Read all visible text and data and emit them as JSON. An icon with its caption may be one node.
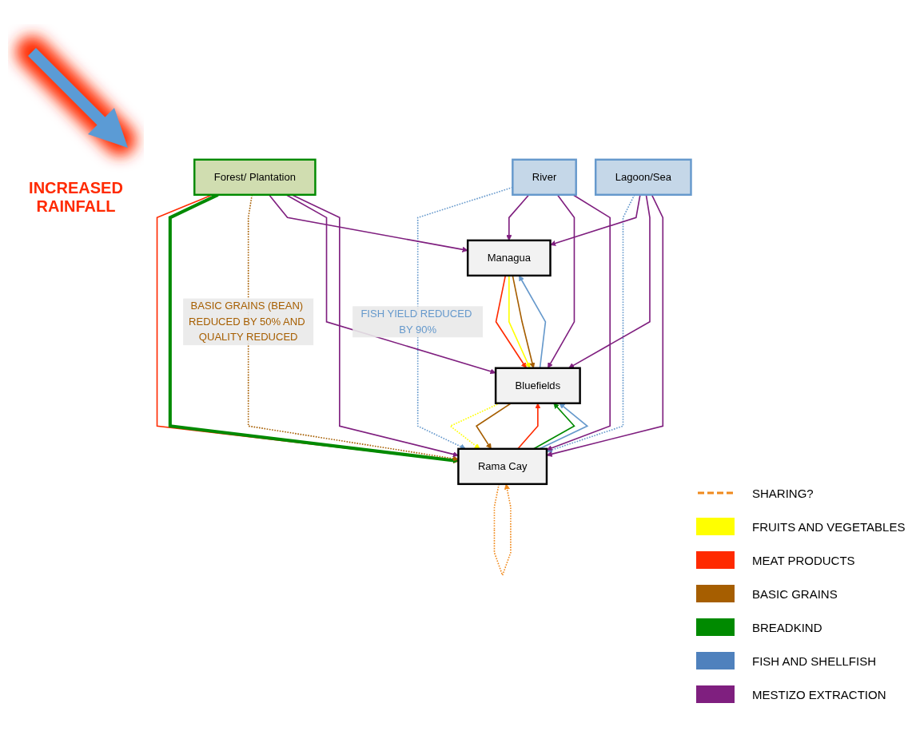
{
  "diagram": {
    "nodes": [
      {
        "text": [
          "Managua"
        ]
      },
      {
        "text": [
          "Bluefields"
        ]
      },
      {
        "text": [
          "Rama Cay"
        ]
      },
      {
        "text": [
          "Forest/ Plantation"
        ]
      },
      {
        "text": [
          "River"
        ]
      },
      {
        "text": [
          "Lagoon/Sea"
        ]
      }
    ],
    "edges": [
      {
        "from": 0,
        "to": 1,
        "arrow": "to",
        "color": "#ff2a00"
      },
      {
        "from": 0,
        "to": 1,
        "arrow": "to",
        "color": "#ffff00"
      },
      {
        "from": 0,
        "to": 1,
        "arrow": "to",
        "color": "#a65e00"
      },
      {
        "from": 1,
        "to": 0,
        "arrow": "to",
        "color": "#6699cc"
      },
      {
        "from": 2,
        "to": 1,
        "arrow": "to",
        "color": "#ff2a00"
      },
      {
        "from": 2,
        "to": 1,
        "arrow": "to",
        "color": "#008a00"
      },
      {
        "from": 1,
        "to": 2,
        "arrow": "to",
        "style": "dashed",
        "color": "#ffff00"
      },
      {
        "from": 1,
        "to": 2,
        "arrow": "to",
        "color": "#a65e00"
      },
      {
        "from": 2,
        "to": 1,
        "arrow": "to",
        "color": "#6699cc"
      },
      {
        "from": 2,
        "to": 2,
        "arrow": "to",
        "style": "dashed",
        "color": "#f08a1d"
      },
      {
        "from": 3,
        "to": 2,
        "arrow": "to",
        "color": "#ff2a00"
      },
      {
        "from": 3,
        "to": 2,
        "arrow": "to",
        "style": "thick",
        "color": "#008a00"
      },
      {
        "from": 3,
        "to": 2,
        "arrow": "to",
        "style": "dashed",
        "color": "#a65e00",
        "label": "BASIC GRAINS (BEAN) REDUCED BY 50% AND QUALITY REDUCED"
      },
      {
        "from": 4,
        "to": 2,
        "arrow": "to",
        "style": "dashed",
        "color": "#6699cc",
        "label": "FISH YIELD REDUCED BY 90%"
      },
      {
        "from": 5,
        "to": 2,
        "arrow": "to",
        "style": "dashed",
        "color": "#6699cc"
      },
      {
        "from": 3,
        "to": 0,
        "arrow": "to"
      },
      {
        "from": 3,
        "to": 1,
        "arrow": "to"
      },
      {
        "from": 3,
        "to": 2,
        "arrow": "to"
      },
      {
        "from": 4,
        "to": 0,
        "arrow": "to"
      },
      {
        "from": 4,
        "to": 1,
        "arrow": "to"
      },
      {
        "from": 4,
        "to": 2,
        "arrow": "to"
      },
      {
        "from": 5,
        "to": 0,
        "arrow": "to"
      },
      {
        "from": 5,
        "to": 1,
        "arrow": "to"
      },
      {
        "from": 5,
        "to": 2,
        "arrow": "to"
      }
    ],
    "labels": [
      "INCREASED RAINFALL"
    ],
    "legend": [
      {
        "text": "SHARING?"
      },
      {
        "text": "FRUITS AND VEGETABLES",
        "color": "#ffff00"
      },
      {
        "text": "MEAT PRODUCTS",
        "color": "#ff2a00"
      },
      {
        "text": "BASIC GRAINS",
        "color": "#a65e00"
      },
      {
        "text": "BREADKIND",
        "color": "#008a00"
      },
      {
        "text": "FISH AND SHELLFISH",
        "color": "#4f81bd"
      },
      {
        "text": "MESTIZO EXTRACTION",
        "color": "#7f1f7f"
      }
    ]
  }
}
